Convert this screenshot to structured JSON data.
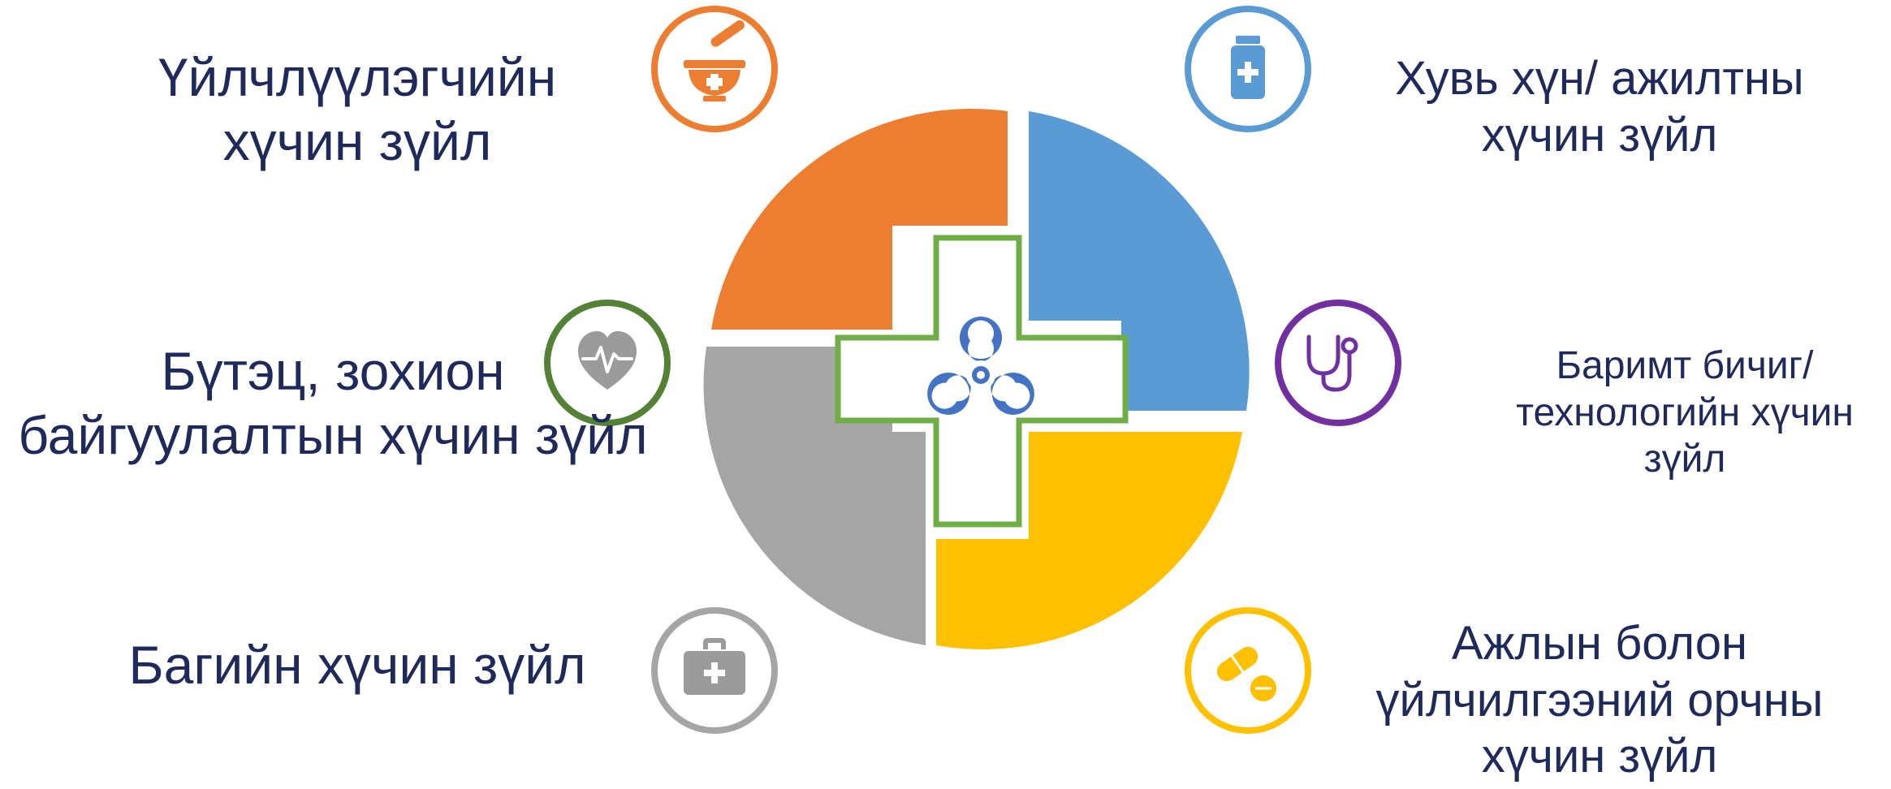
{
  "labels": {
    "top_left": {
      "line1": "Үйлчлүүлэгчийн",
      "line2": "хүчин зүйл"
    },
    "middle_left": {
      "line1": "Бүтэц, зохион",
      "line2": "байгуулалтын хүчин зүйл"
    },
    "bottom_left": {
      "line1": "Багийн хүчин зүйл"
    },
    "top_right": {
      "line1": "Хувь хүн/ ажилтны",
      "line2": "хүчин зүйл"
    },
    "middle_right": {
      "line1": "Баримт бичиг/",
      "line2": "технологийн хүчин",
      "line3": "зүйл"
    },
    "bottom_right": {
      "line1": "Ажлын болон",
      "line2": "үйлчилгээний орчны",
      "line3": "хүчин зүйл"
    }
  },
  "colors": {
    "orange": "#ed7d31",
    "blue": "#5b9bd5",
    "yellow": "#ffc000",
    "gray": "#a5a5a5",
    "green": "#70ad47",
    "dark_green": "#538135",
    "purple": "#7030a0",
    "icon_gray": "#9b9b9b",
    "center_icon": "#4472c4",
    "text": "#1f2a5c"
  },
  "icons": {
    "top_left": "mortar-pestle-icon",
    "middle_left": "heart-pulse-icon",
    "bottom_left": "medical-kit-icon",
    "top_right": "medicine-bottle-icon",
    "middle_right": "stethoscope-icon",
    "bottom_right": "pills-icon",
    "center": "biohazard-icon"
  }
}
